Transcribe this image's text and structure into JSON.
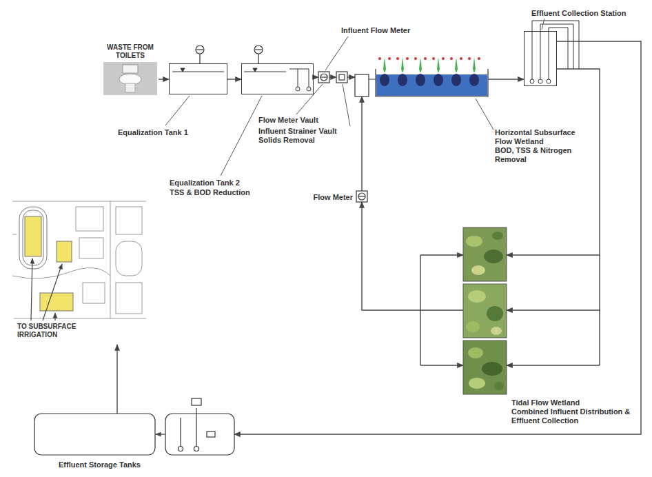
{
  "diagram": {
    "nodes": [
      {
        "text": [
          "WASTE FROM TOILETS"
        ]
      },
      {
        "text": [
          "Equalization Tank 1"
        ]
      },
      {
        "text": [
          "Equalization Tank 2",
          "TSS & BOD Reduction"
        ]
      },
      {
        "text": [
          "Flow Meter Vault"
        ]
      },
      {
        "text": [
          "Influent Strainer Vault",
          "Solids Removal"
        ]
      },
      {
        "text": [
          "Horizontal Subsurface Flow Wetland",
          "BOD, TSS & Nitrogen Removal"
        ]
      },
      {
        "text": [
          "Effluent Collection Station"
        ]
      },
      {
        "text": [
          "Flow Meter"
        ]
      },
      {
        "text": [
          "Tidal Flow Wetland",
          "Combined Influent Distribution & Effluent Collection"
        ]
      },
      {
        "text": [
          "Effluent Storage Tanks"
        ]
      },
      {
        "text": [
          "TO SUBSURFACE IRRIGATION"
        ]
      }
    ],
    "edges": [
      {
        "from": 0,
        "to": 1,
        "arrow": "to"
      },
      {
        "from": 1,
        "to": 2,
        "arrow": "to"
      },
      {
        "from": 2,
        "to": 3,
        "arrow": "to"
      },
      {
        "from": 3,
        "to": 4,
        "arrow": "to"
      },
      {
        "from": 4,
        "to": 5,
        "arrow": "to"
      },
      {
        "from": 5,
        "to": 6,
        "arrow": "to"
      },
      {
        "from": 6,
        "to": 8,
        "arrow": "to"
      },
      {
        "from": 8,
        "to": 7,
        "arrow": "to"
      },
      {
        "from": 7,
        "to": 5,
        "arrow": "to"
      },
      {
        "from": 6,
        "to": 9,
        "arrow": "to"
      },
      {
        "from": 9,
        "to": 10,
        "arrow": "to"
      }
    ],
    "labels": [
      "Influent Flow Meter"
    ]
  }
}
